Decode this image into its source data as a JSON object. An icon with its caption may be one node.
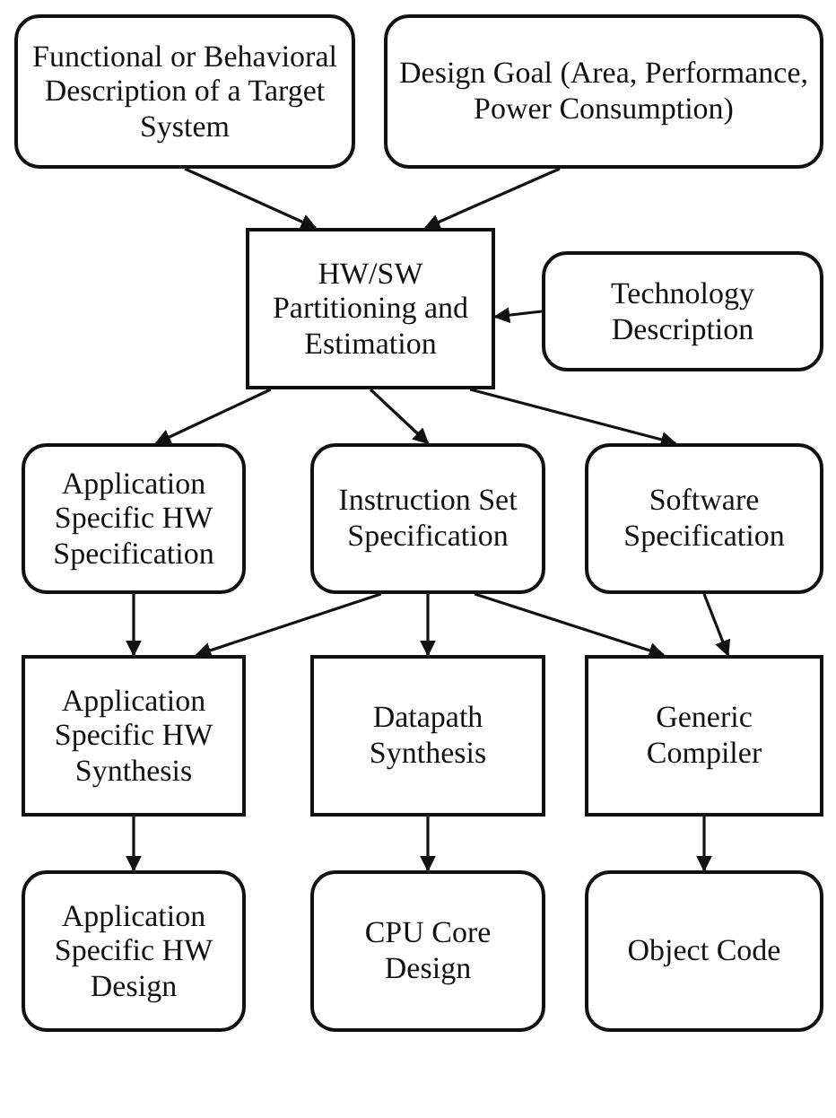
{
  "diagram": {
    "nodes": [
      {
        "text": [
          "Functional or Behavioral Description of a Target System"
        ]
      },
      {
        "text": [
          "Design Goal (Area, Performance, Power Consumption)"
        ]
      },
      {
        "text": [
          "HW/SW Partitioning and Estimation"
        ]
      },
      {
        "text": [
          "Technology Description"
        ]
      },
      {
        "text": [
          "Application Specific HW Specification"
        ]
      },
      {
        "text": [
          "Instruction Set Specification"
        ]
      },
      {
        "text": [
          "Software Specification"
        ]
      },
      {
        "text": [
          "Application Specific HW Synthesis"
        ]
      },
      {
        "text": [
          "Datapath Synthesis"
        ]
      },
      {
        "text": [
          "Generic Compiler"
        ]
      },
      {
        "text": [
          "Application Specific HW Design"
        ]
      },
      {
        "text": [
          "CPU Core Design"
        ]
      },
      {
        "text": [
          "Object Code"
        ]
      }
    ],
    "edges": [
      {
        "from": 0,
        "to": 2,
        "arrow": "to"
      },
      {
        "from": 1,
        "to": 2,
        "arrow": "to"
      },
      {
        "from": 3,
        "to": 2,
        "arrow": "to"
      },
      {
        "from": 2,
        "to": 4,
        "arrow": "to"
      },
      {
        "from": 2,
        "to": 5,
        "arrow": "to"
      },
      {
        "from": 2,
        "to": 6,
        "arrow": "to"
      },
      {
        "from": 4,
        "to": 7,
        "arrow": "to"
      },
      {
        "from": 5,
        "to": 7,
        "arrow": "to"
      },
      {
        "from": 5,
        "to": 8,
        "arrow": "to"
      },
      {
        "from": 5,
        "to": 9,
        "arrow": "to"
      },
      {
        "from": 6,
        "to": 9,
        "arrow": "to"
      },
      {
        "from": 7,
        "to": 10,
        "arrow": "to"
      },
      {
        "from": 8,
        "to": 11,
        "arrow": "to"
      },
      {
        "from": 9,
        "to": 12,
        "arrow": "to"
      }
    ]
  }
}
